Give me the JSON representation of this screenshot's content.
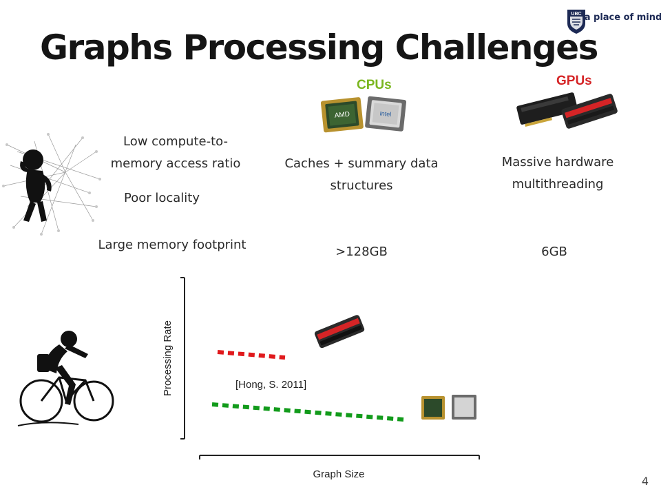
{
  "slide": {
    "title": "Graphs Processing Challenges",
    "brand_text": "a place of mind",
    "brand_logo": "UBC",
    "page_number": "4"
  },
  "challenges": {
    "compute_ratio": "Low compute-to-memory access ratio",
    "compute_ratio_line1": "Low compute-to-",
    "compute_ratio_line2": "memory access ratio",
    "locality": "Poor locality",
    "footprint": "Large memory footprint"
  },
  "cpus": {
    "label": "CPUs",
    "feature_line1": "Caches + summary data",
    "feature_line2": "structures",
    "memory": ">128GB",
    "color": "#7ab61e"
  },
  "gpus": {
    "label": "GPUs",
    "feature_line1": "Massive hardware",
    "feature_line2": "multithreading",
    "memory": "6GB",
    "color": "#d52426"
  },
  "chart": {
    "y_axis_label": "Processing Rate",
    "x_axis_label": "Graph Size",
    "citation": "[Hong, S. 2011]"
  },
  "icons": [
    "ubc-crest-icon",
    "cpu-chip-icon",
    "gpu-card-icon",
    "graph-network-icon",
    "thinking-figure-icon",
    "cyclist-icon"
  ]
}
